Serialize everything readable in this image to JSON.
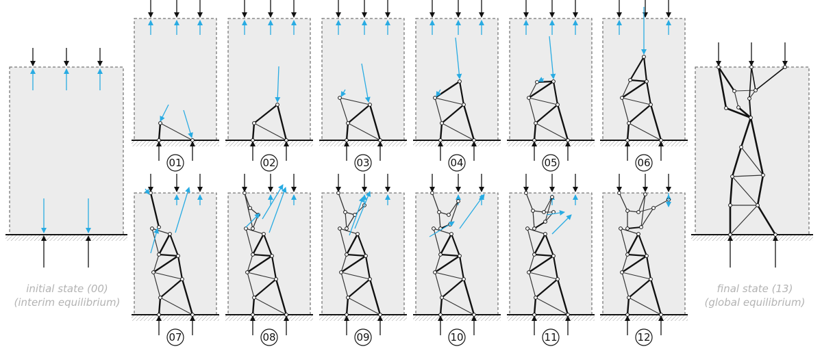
{
  "captions": {
    "initial_line1": "initial state (00)",
    "initial_line2": "(interim equilibrium)",
    "final_line1": "final state (13)",
    "final_line2": "(global equilibrium)"
  },
  "steps": [
    "01",
    "02",
    "03",
    "04",
    "05",
    "06",
    "07",
    "08",
    "09",
    "10",
    "11",
    "12"
  ],
  "colors": {
    "panel_fill": "#ececec",
    "panel_border": "#555555",
    "member": "#111111",
    "thin_member": "#333333",
    "node_fill": "#ffffff",
    "load_arrow": "#111111",
    "force_arrow": "#29abe2",
    "ground_hatch": "#999999"
  }
}
